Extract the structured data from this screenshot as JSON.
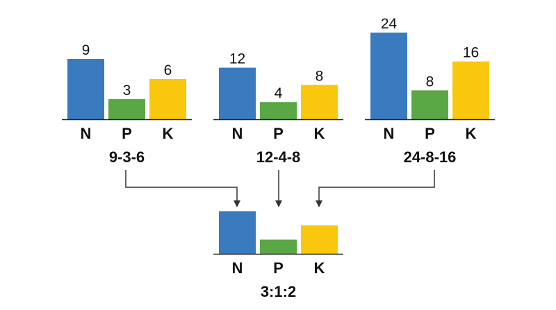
{
  "colors": {
    "N": "#3a7abf",
    "P": "#5aa745",
    "K": "#f9c80e",
    "axis": "#222222",
    "arrow": "#333333"
  },
  "chart_data": [
    {
      "type": "bar",
      "categories": [
        "N",
        "P",
        "K"
      ],
      "values": [
        9,
        3,
        6
      ],
      "value_labels": [
        "9",
        "3",
        "6"
      ],
      "caption": "9-3-6"
    },
    {
      "type": "bar",
      "categories": [
        "N",
        "P",
        "K"
      ],
      "values": [
        12,
        4,
        8
      ],
      "value_labels": [
        "12",
        "4",
        "8"
      ],
      "caption": "12-4-8"
    },
    {
      "type": "bar",
      "categories": [
        "N",
        "P",
        "K"
      ],
      "values": [
        24,
        8,
        16
      ],
      "value_labels": [
        "24",
        "8",
        "16"
      ],
      "caption": "24-8-16"
    },
    {
      "type": "bar",
      "categories": [
        "N",
        "P",
        "K"
      ],
      "values": [
        3,
        1,
        2
      ],
      "value_labels": null,
      "caption": "3:1:2"
    }
  ]
}
